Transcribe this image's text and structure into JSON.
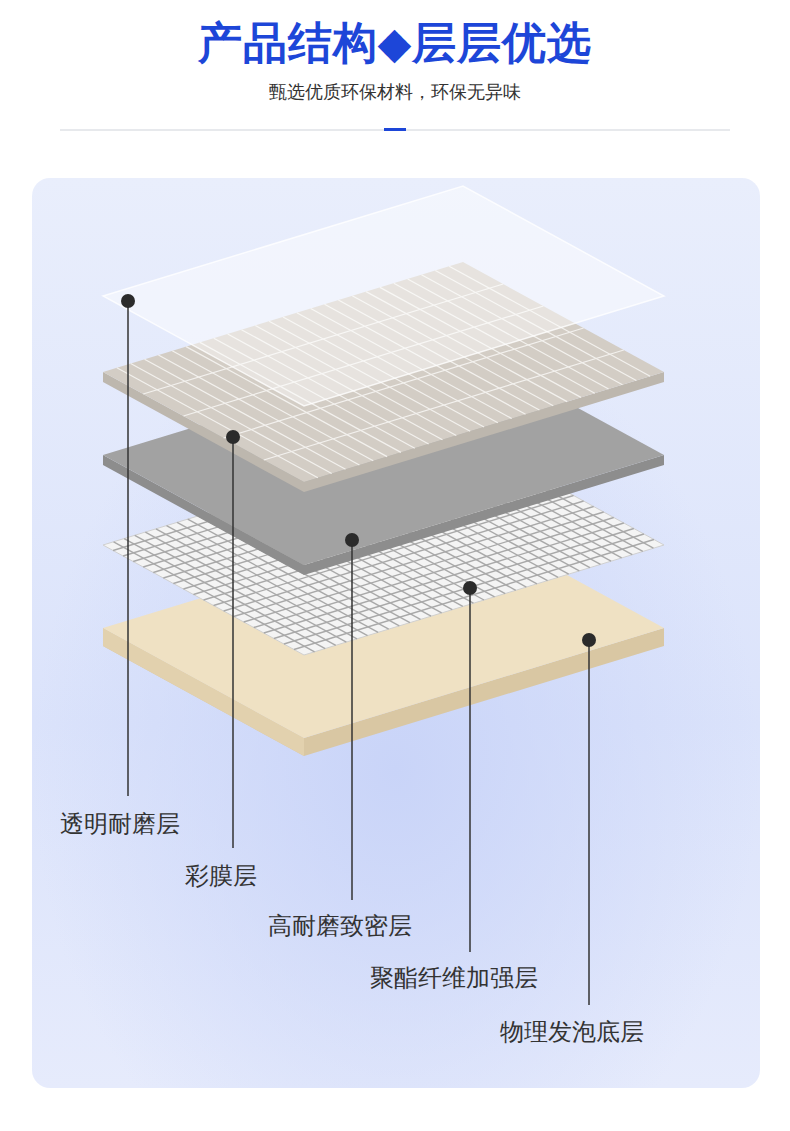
{
  "diagram": {
    "title": "产品结构◆层层优选",
    "labels": [
      "甄选优质环保材料，环保无异味",
      "透明耐磨层",
      "彩膜层",
      "高耐磨致密层",
      "聚酯纤维加强层",
      "物理发泡底层"
    ]
  }
}
